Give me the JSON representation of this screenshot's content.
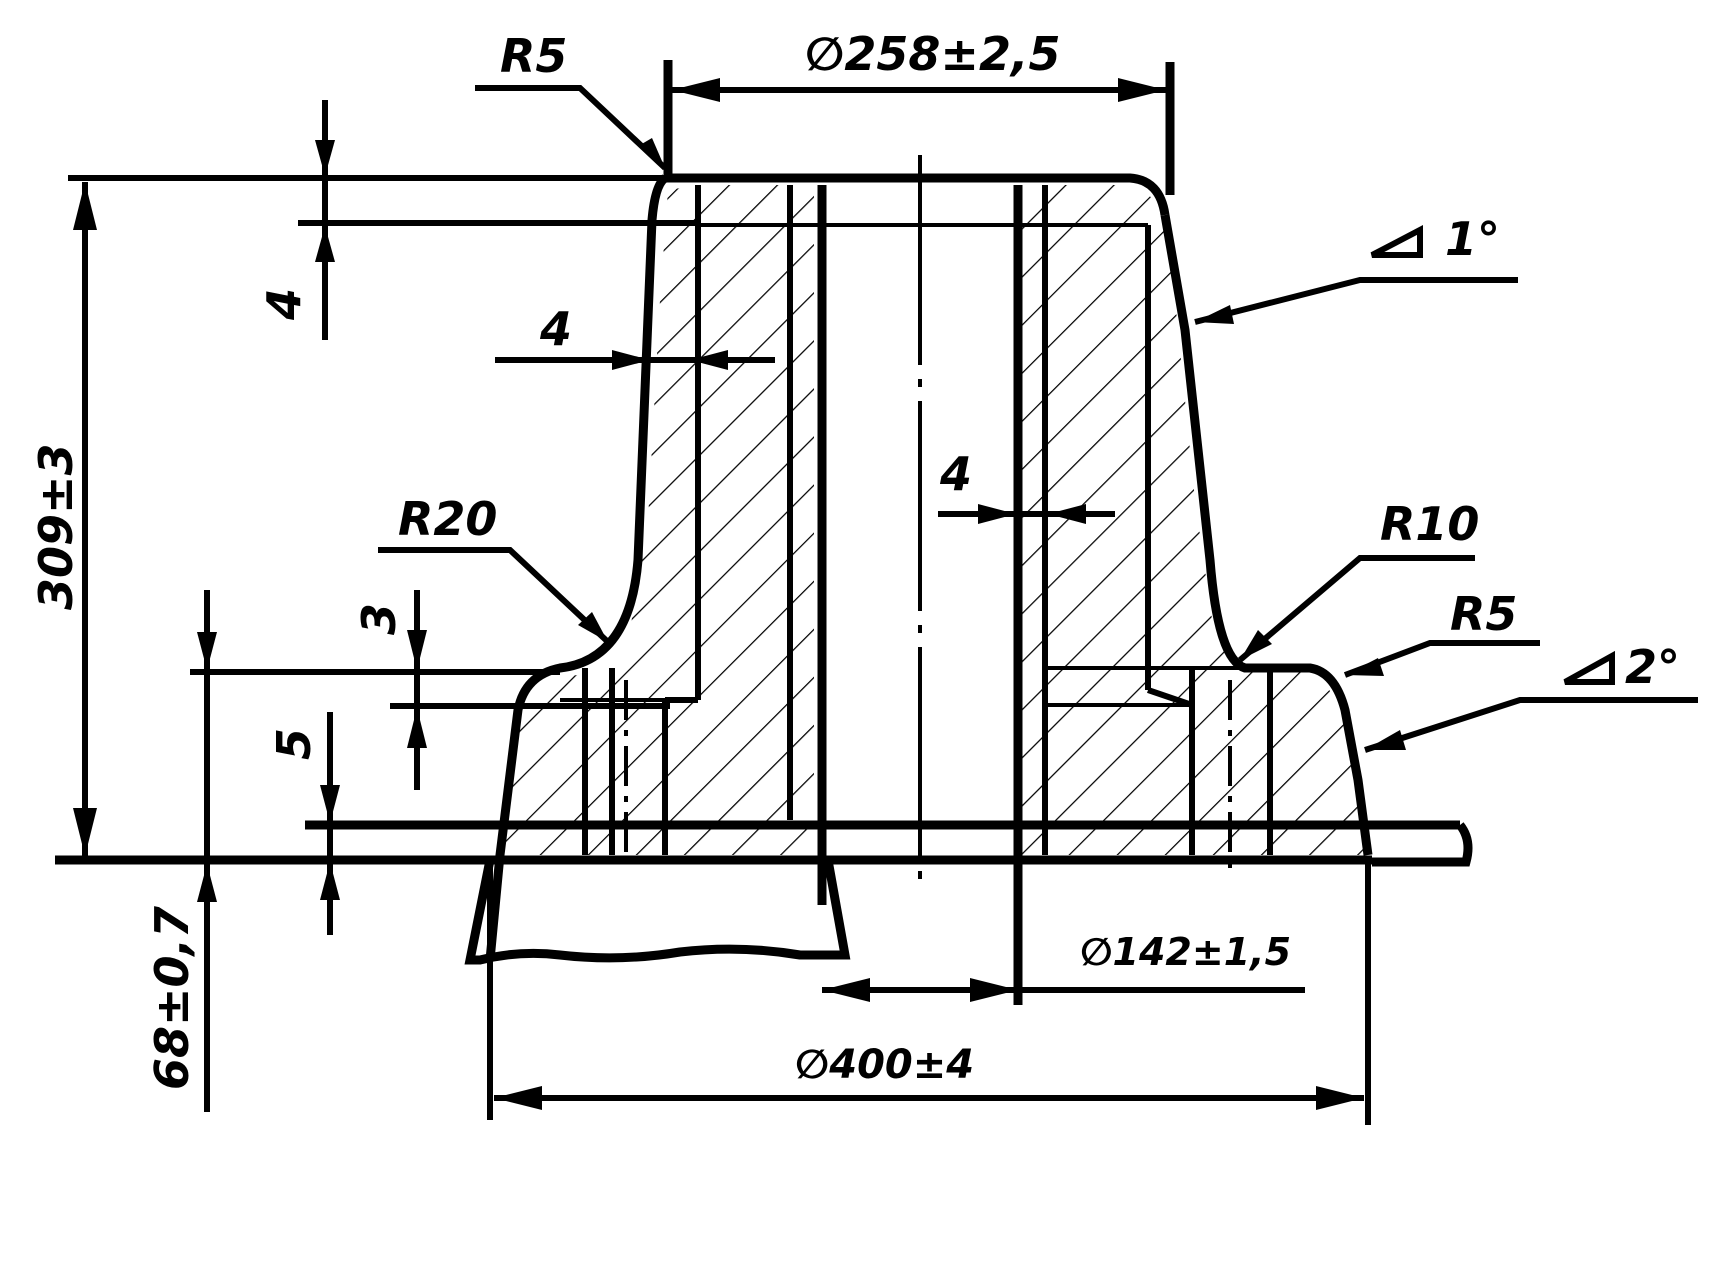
{
  "drawing": {
    "labels": {
      "dia_top": "∅258±2,5",
      "dia_mid": "∅142±1,5",
      "dia_bottom": "∅400±4",
      "radius_top_left": "R5",
      "radius_left": "R20",
      "radius_right": "R10",
      "radius_right_flange": "R5",
      "taper_top": "1°",
      "taper_flange": "2°",
      "height_total": "309±3",
      "height_flange": "68±0,7",
      "allow_top": "4",
      "allow_left_wall": "4",
      "allow_bore": "4",
      "allow_flange_top": "3",
      "allow_flange_bottom": "5"
    },
    "icons": {
      "diameter": "diameter-symbol-icon",
      "taper": "taper-triangle-icon"
    },
    "colors": {
      "ink": "#000000",
      "paper": "#ffffff"
    }
  }
}
